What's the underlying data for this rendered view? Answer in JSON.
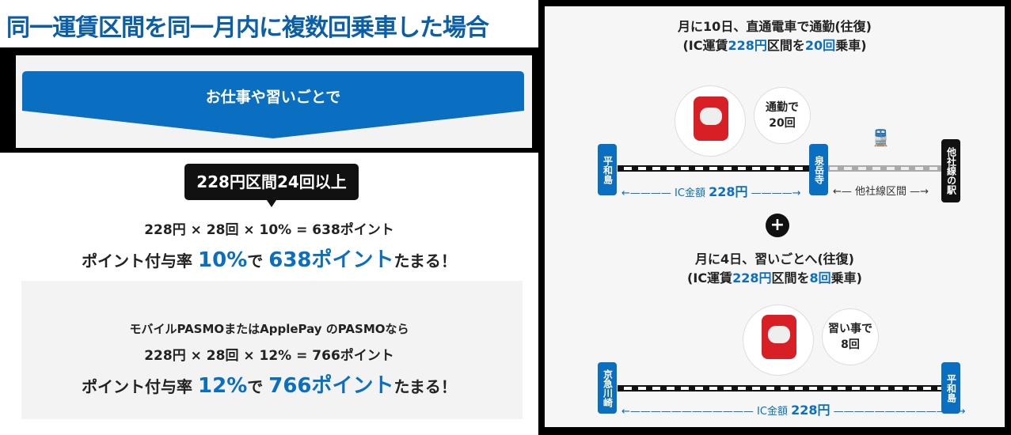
{
  "left": {
    "title": "同一運賃区間を同一月内に複数回乗車した場合",
    "banner": "お仕事や習いごとで",
    "badge": "228円区間24回以上",
    "calc1": "228円 × 28回 × 10% = 638ポイント",
    "result1": {
      "pre": "ポイント付与率 ",
      "rate": "10%",
      "mid": "で ",
      "points": "638ポイント",
      "post": "たまる！"
    },
    "mobile_note": "モバイルPASMOまたはApplePay のPASMOなら",
    "calc2": "228円 × 28回 × 12% = 766ポイント",
    "result2": {
      "pre": "ポイント付与率 ",
      "rate": "12%",
      "mid": "で ",
      "points": "766ポイント",
      "post": "たまる！"
    }
  },
  "right": {
    "commute": {
      "line1": "月に10日、直通電車で通勤(往復)",
      "line2_pre": "(IC運賃",
      "fare": "228円",
      "line2_mid": "区間を",
      "count": "20回",
      "line2_post": "乗車)",
      "bubble": [
        "通勤で",
        "20回"
      ],
      "station_a": "平和島",
      "station_b": "泉岳寺",
      "station_c": "他社線の駅",
      "fare_label": "IC金額",
      "fare_value": "228円",
      "other_label": "他社線区間"
    },
    "plus": "+",
    "lesson": {
      "line1": "月に4日、習いごとへ(往復)",
      "line2_pre": "(IC運賃",
      "fare": "228円",
      "line2_mid": "区間を",
      "count": "8回",
      "line2_post": "乗車)",
      "bubble": [
        "習い事で",
        "8回"
      ],
      "station_a": "京急川崎",
      "station_b": "平和島",
      "fare_label": "IC金額",
      "fare_value": "228円"
    }
  },
  "colors": {
    "brand_blue": "#0a6fc0",
    "title_blue": "#0a5fa8"
  }
}
